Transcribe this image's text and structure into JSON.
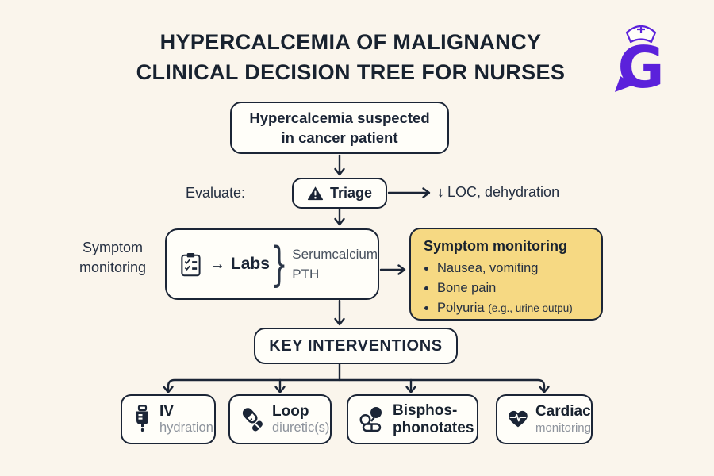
{
  "page": {
    "background": "#FAF5EC",
    "navy": "#1B2536",
    "yellow": "#F6D983",
    "purple": "#5B21DB"
  },
  "title": {
    "line1": "HYPERCALCEMIA OF MALIGNANCY",
    "line2": "CLINICAL DECISION TREE FOR NURSES"
  },
  "logo": {
    "letter": "G"
  },
  "flow": {
    "suspected": {
      "line1": "Hypercalcemia suspected",
      "line2": "in cancer patient"
    },
    "evaluate_label": "Evaluate:",
    "triage": {
      "label": "Triage",
      "icon": "warning-icon"
    },
    "triage_outcome": {
      "arrow": "↓",
      "text": "LOC, dehydration"
    },
    "side_label": {
      "line1": "Symptom",
      "line2": "monitoring"
    },
    "labs": {
      "arrow": "→",
      "label": "Labs",
      "brace": "}",
      "value1": "Serumcalcium",
      "value2": "PTH",
      "icon": "clipboard-checklist-icon"
    },
    "symptom_box": {
      "title": "Symptom monitoring",
      "bullets": [
        {
          "text": "Nausea, vomiting"
        },
        {
          "text": "Bone pain"
        },
        {
          "text": "Polyuria",
          "note": "(e.g., urine outpu)"
        }
      ]
    },
    "key_interventions": "KEY INTERVENTIONS",
    "interventions": [
      {
        "title": "IV",
        "subtitle": "hydration",
        "icon": "iv-bag-icon"
      },
      {
        "title": "Loop",
        "subtitle": "diuretic(s)",
        "icon": "pills-icon"
      },
      {
        "title": "Bisphos-",
        "subtitle": "phonotates",
        "icon": "tablets-icon"
      },
      {
        "title": "Cardiac",
        "subtitle": "monitoring",
        "icon": "heart-pulse-icon"
      }
    ]
  }
}
